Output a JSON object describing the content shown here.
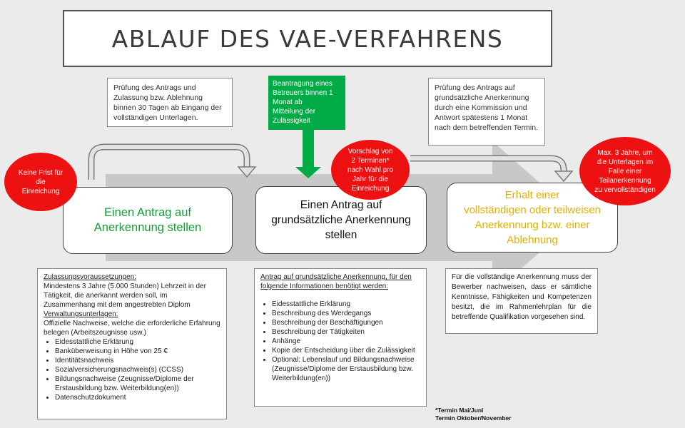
{
  "title": "ABLAUF DES VAE-VERFAHRENS",
  "notes_top": {
    "left": "Prüfung des Antrags und Zulassung bzw. Ablehnung binnen 30 Tagen ab Eingang der vollständigen Unterlagen.",
    "right": "Prüfung des Antrags auf grundsätzliche Anerkennung durch eine Kommission und Antwort spätestens 1 Monat nach dem betreffenden Termin."
  },
  "green_box": "Beantragung eines\nBetreuers binnen 1\nMonat ab\nMitteilung der\nZulässigkeit",
  "circles": {
    "left": "Keine Frist für\ndie\nEinreichung",
    "middle": "Vorschlag von\n2 Terminen*\nnach Wahl pro\nJahr für die\nEinreichung",
    "right": "Max. 3 Jahre, um\ndie Unterlagen im\nFalle einer\nTeilanerkennung\nzu vervollständigen"
  },
  "steps": {
    "step1": "Einen Antrag auf\nAnerkennung stellen",
    "step2": "Einen Antrag auf\ngrundsätzliche Anerkennung\nstellen",
    "step3": "Erhalt einer\nvollständigen oder teilweisen\nAnerkennung bzw. einer\nAblehnung"
  },
  "colors": {
    "step1_text": "#1a9c3a",
    "step2_text": "#111111",
    "step3_text": "#e2b000",
    "circle": "#ee1111",
    "green_box": "#00aa44",
    "arrow": "#c8c8c8"
  },
  "detail_left": {
    "heading1": "Zulassungsvoraussetzungen:",
    "text1": "Mindestens 3 Jahre (5.000 Stunden) Lehrzeit in der Tätigkeit, die anerkannt werden soll, im Zusammenhang mit dem angestrebten Diplom",
    "heading2": "Verwaltungsunterlagen:",
    "text2": "Offizielle Nachweise, welche die erforderliche Erfahrung belegen (Arbeitszeugnisse usw.)",
    "items": [
      "Eidesstattliche Erklärung",
      "Banküberweisung in Höhe von 25 €",
      "Identitätsnachweis",
      "Sozialversicherungsnachweis(s) (CCSS)",
      "Bildungsnachweise (Zeugnisse/Diplome der Erstausbildung bzw. Weiterbildung(en))",
      "Datenschutzdokument"
    ]
  },
  "detail_middle": {
    "heading": "Antrag auf grundsätzliche Anerkennung, für den folgende Informationen benötigt werden:",
    "items": [
      "Eidesstattliche Erklärung",
      "Beschreibung des Werdegangs",
      "Beschreibung der Beschäftigungen",
      "Beschreibung der Tätigkeiten",
      "Anhänge",
      "Kopie der Entscheidung über die Zulässigkeit",
      "Optional: Lebenslauf und Bildungsnachweise (Zeugnisse/Diplome der Erstausbildung bzw. Weiterbildung(en))"
    ]
  },
  "detail_right": "Für die vollständige Anerkennung muss der Bewerber nachweisen, dass er sämtliche Kenntnisse, Fähigkeiten und Kompetenzen besitzt, die im Rahmenlehrplan für die betreffende Qualifikation vorgesehen sind.",
  "footer": {
    "line1": "*Termin Mai/Juni",
    "line2": "Termin Oktober/November"
  }
}
